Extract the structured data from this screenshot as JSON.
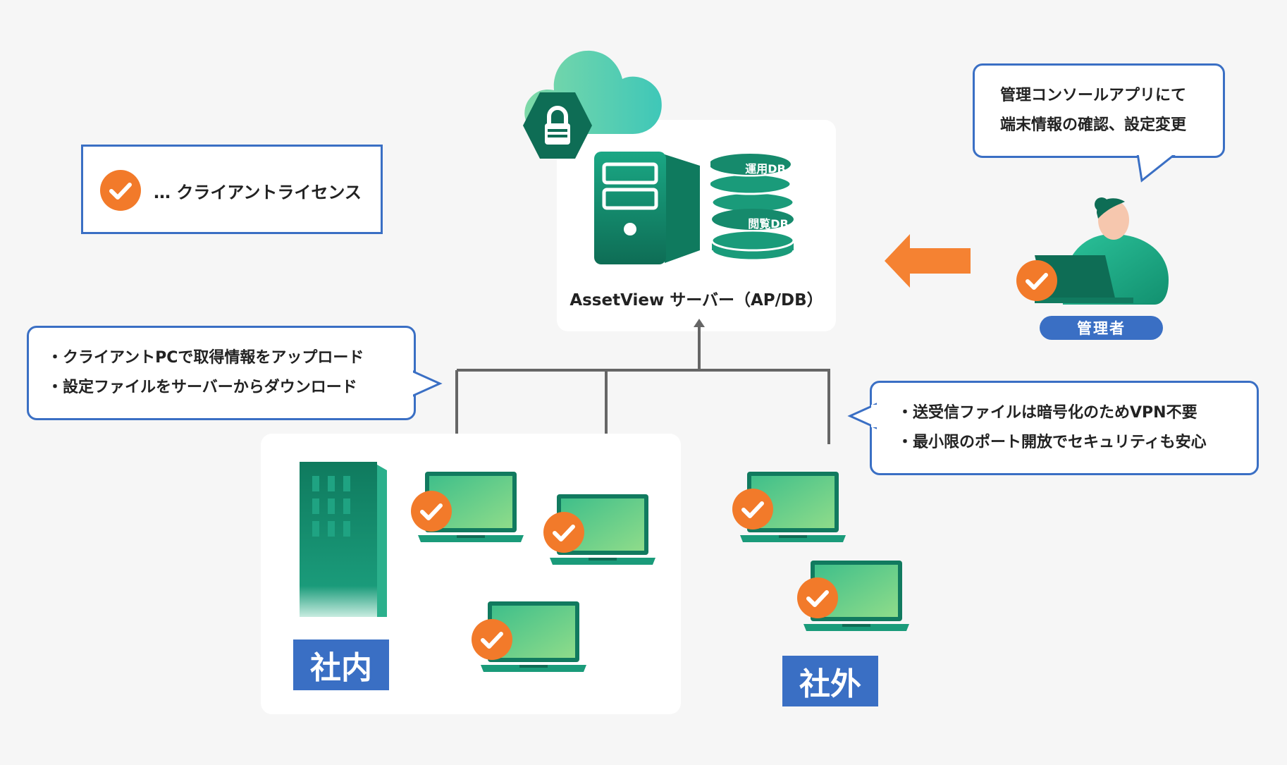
{
  "legend": {
    "text": "… クライアントライセンス"
  },
  "server": {
    "label": "AssetView サーバー（AP/DB）",
    "db_ops_label": "運用DB",
    "db_view_label": "閲覧DB"
  },
  "admin_callout": {
    "lines": [
      "管理コンソールアプリにて",
      "端末情報の確認、設定変更"
    ]
  },
  "admin": {
    "label": "管理者"
  },
  "left_callout": {
    "lines": [
      "・クライアントPCで取得情報をアップロード",
      "・設定ファイルをサーバーからダウンロード"
    ]
  },
  "right_callout": {
    "lines": [
      "・送受信ファイルは暗号化のためVPN不要",
      "・最小限のポート開放でセキュリティも安心"
    ]
  },
  "internal": {
    "label": "社内"
  },
  "external": {
    "label": "社外"
  },
  "colors": {
    "accent_blue": "#3a6fc4",
    "teal": "#1a9a7c",
    "check_orange": "#f27a2a",
    "arrow_orange": "#f58232"
  }
}
